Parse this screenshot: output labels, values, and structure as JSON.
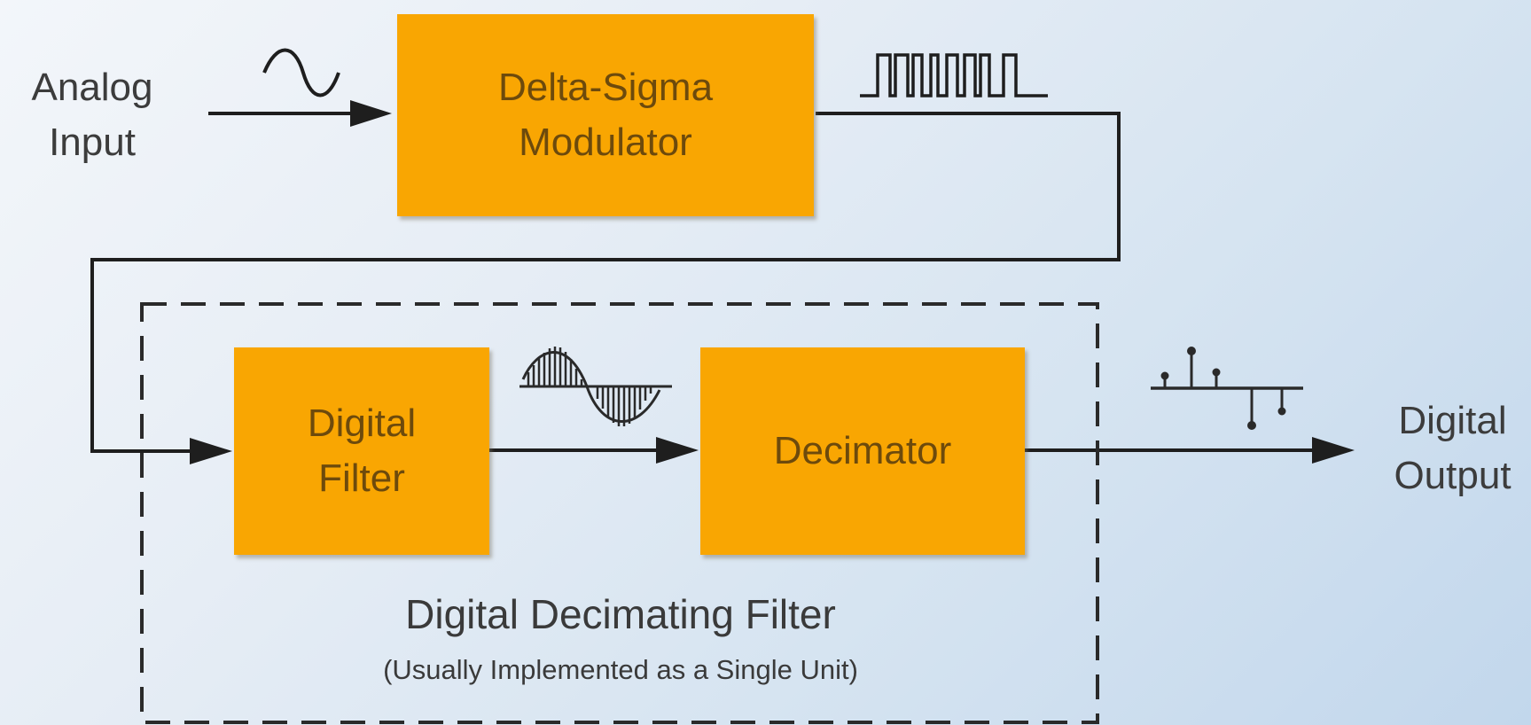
{
  "inputs": {
    "analog_line1": "Analog",
    "analog_line2": "Input"
  },
  "outputs": {
    "digital_line1": "Digital",
    "digital_line2": "Output"
  },
  "blocks": {
    "modulator": {
      "line1": "Delta-Sigma",
      "line2": "Modulator"
    },
    "digital_filter": {
      "line1": "Digital",
      "line2": "Filter"
    },
    "decimator": {
      "line1": "Decimator"
    }
  },
  "filter_group": {
    "title": "Digital Decimating Filter",
    "subtitle": "(Usually Implemented as a Single Unit)"
  },
  "colors": {
    "block_fill": "#f9a602",
    "block_text": "#6d4a0c",
    "wire": "#1e1e1e",
    "background": "#dce7f3"
  },
  "icons": {
    "analog_signal": "sine-wave-icon",
    "modulator_output": "pulse-train-icon",
    "filter_output": "sampled-sine-icon",
    "digital_samples": "discrete-samples-icon"
  }
}
